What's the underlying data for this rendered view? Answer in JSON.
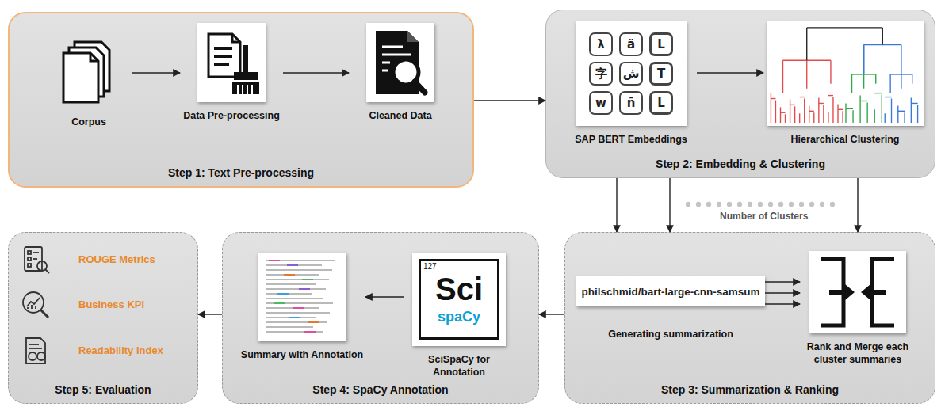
{
  "diagram": {
    "nodes": [
      {
        "text": [
          "Step 1: Text Pre-processing"
        ]
      },
      {
        "text": [
          "Corpus"
        ],
        "in": 0
      },
      {
        "text": [
          "Data Pre-processing"
        ],
        "in": 0
      },
      {
        "text": [
          "Cleaned Data"
        ],
        "in": 0
      },
      {
        "text": [
          "Step 2: Embedding & Clustering"
        ]
      },
      {
        "text": [
          "λ",
          "ä",
          "L",
          "字",
          "ش",
          "T",
          "w",
          "ñ",
          "L",
          "SAP BERT Embeddings"
        ],
        "in": 4
      },
      {
        "text": [
          "Hierarchical Clustering"
        ],
        "in": 4
      },
      {
        "text": [
          "Step 3: Summarization & Ranking"
        ]
      },
      {
        "text": [
          "philschmid/bart-large-cnn-samsum",
          "Generating summarization"
        ],
        "in": 7
      },
      {
        "text": [
          "Rank and Merge each cluster summaries"
        ],
        "in": 7
      },
      {
        "text": [
          "Step 4: SpaCy Annotation"
        ]
      },
      {
        "text": [
          "Summary with Annotation"
        ],
        "in": 10
      },
      {
        "text": [
          "127",
          "Sci",
          "spaCy",
          "SciSpaCy for Annotation"
        ],
        "in": 10
      },
      {
        "text": [
          "Step 5: Evaluation"
        ]
      },
      {
        "text": [
          "ROUGE Metrics"
        ],
        "in": 13
      },
      {
        "text": [
          "Business KPI"
        ],
        "in": 13
      },
      {
        "text": [
          "Readability Index"
        ],
        "in": 13
      }
    ],
    "edges": [
      {
        "from": 1,
        "to": 2,
        "arrow": "to"
      },
      {
        "from": 2,
        "to": 3,
        "arrow": "to"
      },
      {
        "from": 0,
        "to": 4,
        "arrow": "to"
      },
      {
        "from": 5,
        "to": 6,
        "arrow": "to"
      },
      {
        "from": 4,
        "to": 7,
        "arrow": "to"
      },
      {
        "from": 4,
        "to": 7,
        "arrow": "to"
      },
      {
        "from": 4,
        "to": 7,
        "arrow": "to"
      },
      {
        "from": 8,
        "to": 9,
        "arrow": "to"
      },
      {
        "from": 8,
        "to": 9,
        "arrow": "to"
      },
      {
        "from": 8,
        "to": 9,
        "arrow": "to"
      },
      {
        "from": 7,
        "to": 10,
        "arrow": "to"
      },
      {
        "from": 12,
        "to": 11,
        "arrow": "to"
      },
      {
        "from": 10,
        "to": 13,
        "arrow": "to"
      }
    ],
    "labels": [
      "Number of Clusters"
    ]
  }
}
